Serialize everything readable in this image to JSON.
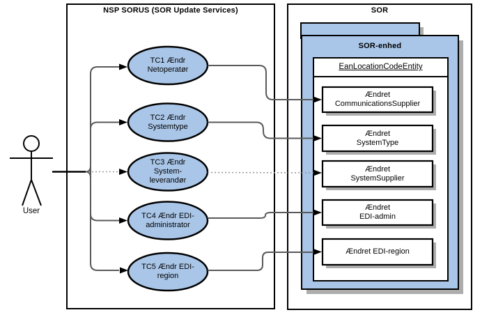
{
  "colors": {
    "shape_fill": "#a9c6e8",
    "shape_border": "#000000",
    "connector": "#595959",
    "connector_faint": "#999999",
    "shadow": "#adadad",
    "background": "#ffffff",
    "text": "#000000"
  },
  "actor": {
    "label": "User"
  },
  "left_container": {
    "title": "NSP SORUS (SOR Update Services)",
    "use_cases": [
      {
        "id": "TC1",
        "label": "TC1 Ændr\nNetoperatør"
      },
      {
        "id": "TC2",
        "label": "TC2 Ændr\nSystemtype"
      },
      {
        "id": "TC3",
        "label": "TC3 Ændr\nSystem-\nleverandør"
      },
      {
        "id": "TC4",
        "label": "TC4 Ændr EDI-\nadministrator"
      },
      {
        "id": "TC5",
        "label": "TC5 Ændr EDI-\nregion"
      }
    ]
  },
  "right_container": {
    "title": "SOR",
    "panel": {
      "title": "SOR-enhed",
      "entity": {
        "title": "EanLocationCodeEntity",
        "events": [
          {
            "label": "Ændret\nCommunicationsSupplier"
          },
          {
            "label": "Ændret\nSystemType"
          },
          {
            "label": "Ændret\nSystemSupplier"
          },
          {
            "label": "Ændret\nEDI-admin"
          },
          {
            "label": "Ændret EDI-region"
          }
        ]
      }
    }
  },
  "connections": [
    {
      "from": "User",
      "to": "TC1 Ændr Netoperatør"
    },
    {
      "from": "User",
      "to": "TC2 Ændr Systemtype"
    },
    {
      "from": "User",
      "to": "TC3 Ændr System-leverandør"
    },
    {
      "from": "User",
      "to": "TC4 Ændr EDI-administrator"
    },
    {
      "from": "User",
      "to": "TC5 Ændr EDI-region"
    },
    {
      "from": "TC1 Ændr Netoperatør",
      "to": "Ændret CommunicationsSupplier"
    },
    {
      "from": "TC2 Ændr Systemtype",
      "to": "Ændret SystemType"
    },
    {
      "from": "TC3 Ændr System-leverandør",
      "to": "Ændret SystemSupplier"
    },
    {
      "from": "TC4 Ændr EDI-administrator",
      "to": "Ændret EDI-admin"
    },
    {
      "from": "TC5 Ændr EDI-region",
      "to": "Ændret EDI-region"
    }
  ]
}
